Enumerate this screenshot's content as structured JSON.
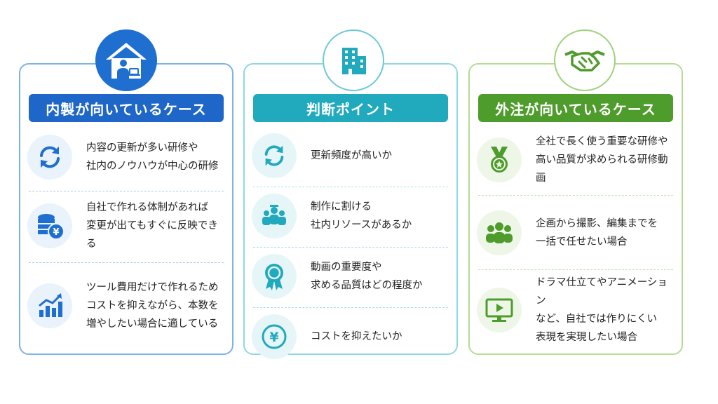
{
  "columns": [
    {
      "title": "内製が向いているケース",
      "icon": "house-worker-icon",
      "color": "#1e66c8",
      "items": [
        {
          "icon": "refresh-icon",
          "text": "内容の更新が多い研修や\n社内のノウハウが中心の研修"
        },
        {
          "icon": "coins-yen-icon",
          "text": "自社で作れる体制があれば\n変更が出てもすぐに反映できる"
        },
        {
          "icon": "growth-chart-icon",
          "text": "ツール費用だけで作れるため\nコストを抑えながら、本数を\n増やしたい場合に適している"
        }
      ]
    },
    {
      "title": "判断ポイント",
      "icon": "building-icon",
      "color": "#21a9bd",
      "items": [
        {
          "icon": "refresh-icon",
          "text": "更新頻度が高いか"
        },
        {
          "icon": "team-icon",
          "text": "制作に割ける\n社内リソースがあるか"
        },
        {
          "icon": "award-icon",
          "text": "動画の重要度や\n求める品質はどの程度か"
        },
        {
          "icon": "yen-icon",
          "text": "コストを抑えたいか"
        }
      ]
    },
    {
      "title": "外注が向いているケース",
      "icon": "handshake-icon",
      "color": "#4e9c2c",
      "items": [
        {
          "icon": "medal-icon",
          "text": "全社で長く使う重要な研修や\n高い品質が求められる研修動画"
        },
        {
          "icon": "people-icon",
          "text": "企画から撮影、編集までを\n一括で任せたい場合"
        },
        {
          "icon": "video-monitor-icon",
          "text": "ドラマ仕立てやアニメーション\nなど、自社では作りにくい\n表現を実現したい場合"
        }
      ]
    }
  ]
}
